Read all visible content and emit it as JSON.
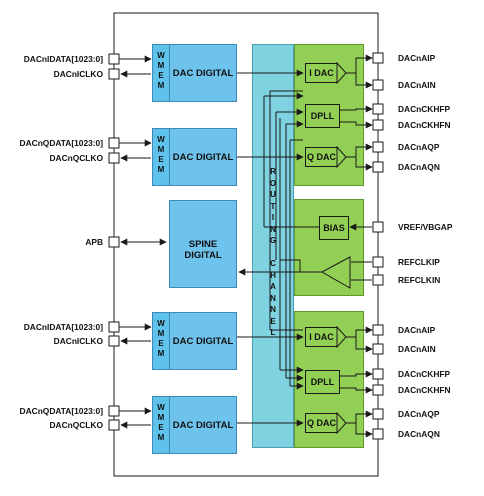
{
  "left_pins": [
    {
      "id": "idata1",
      "label": "DACnIDATA[1023:0]"
    },
    {
      "id": "iclk1",
      "label": "DACnICLKO"
    },
    {
      "id": "qdata1",
      "label": "DACnQDATA[1023:0]"
    },
    {
      "id": "qclk1",
      "label": "DACnQCLKO"
    },
    {
      "id": "apb",
      "label": "APB"
    },
    {
      "id": "idata2",
      "label": "DACnIDATA[1023:0]"
    },
    {
      "id": "iclk2",
      "label": "DACnICLKO"
    },
    {
      "id": "qdata2",
      "label": "DACnQDATA[1023:0]"
    },
    {
      "id": "qclk2",
      "label": "DACnQCLKO"
    }
  ],
  "right_pins": [
    {
      "id": "aip1",
      "label": "DACnAIP"
    },
    {
      "id": "ain1",
      "label": "DACnAIN"
    },
    {
      "id": "ckhfp1",
      "label": "DACnCKHFP"
    },
    {
      "id": "ckhfn1",
      "label": "DACnCKHFN"
    },
    {
      "id": "aqp1",
      "label": "DACnAQP"
    },
    {
      "id": "aqn1",
      "label": "DACnAQN"
    },
    {
      "id": "vref",
      "label": "VREF/VBGAP"
    },
    {
      "id": "refp",
      "label": "REFCLKIP"
    },
    {
      "id": "refn",
      "label": "REFCLKIN"
    },
    {
      "id": "aip2",
      "label": "DACnAIP"
    },
    {
      "id": "ain2",
      "label": "DACnAIN"
    },
    {
      "id": "ckhfp2",
      "label": "DACnCKHFP"
    },
    {
      "id": "ckhfn2",
      "label": "DACnCKHFN"
    },
    {
      "id": "aqp2",
      "label": "DACnAQP"
    },
    {
      "id": "aqn2",
      "label": "DACnAQN"
    }
  ],
  "blocks": {
    "wmem": "WMEM",
    "dac_digital": "DAC DIGITAL",
    "spine_digital": "SPINE DIGITAL",
    "routing_channel": "ROUTING CHANNEL",
    "i_dac": "I DAC",
    "q_dac": "Q DAC",
    "dpll": "DPLL",
    "bias": "BIAS"
  },
  "colors": {
    "digital_block": "#6ec3ec",
    "wmem_block": "#5ec2ea",
    "analog_block": "#92cf55",
    "routing_channel": "#7fd3e0",
    "wire": "#1a1a1a"
  }
}
